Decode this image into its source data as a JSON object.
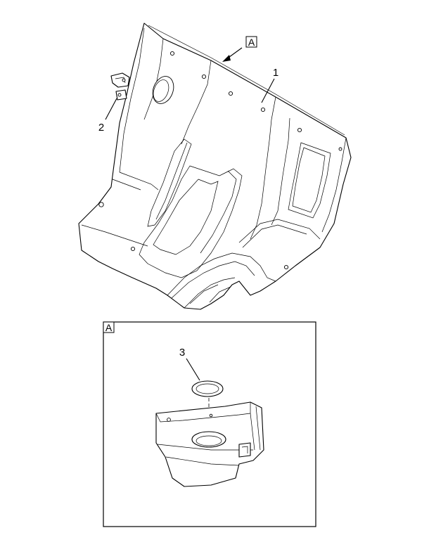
{
  "view_marker": {
    "label": "A"
  },
  "detail": {
    "label": "A"
  },
  "callouts": [
    {
      "id": "1",
      "label": "1"
    },
    {
      "id": "2",
      "label": "2"
    },
    {
      "id": "3",
      "label": "3"
    }
  ],
  "colors": {
    "line": "#000000",
    "background": "#ffffff"
  }
}
